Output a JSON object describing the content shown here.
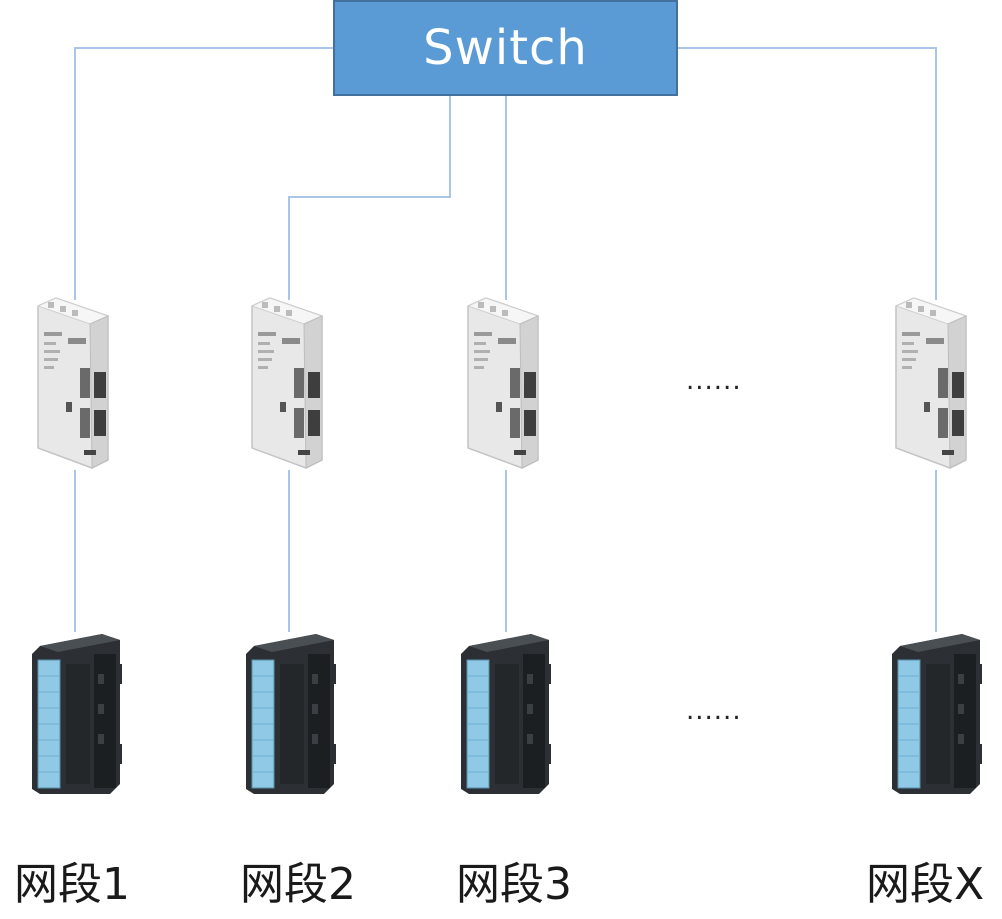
{
  "switch": {
    "label": "Switch"
  },
  "segments": [
    {
      "label": "网段1"
    },
    {
      "label": "网段2"
    },
    {
      "label": "网段3"
    },
    {
      "label": "网段X"
    }
  ],
  "ellipsis": {
    "gateway_row": "......",
    "module_row": "......"
  },
  "colors": {
    "switch_fill": "#5b9bd5",
    "switch_border": "#41719c",
    "link_line": "#a9c6e8",
    "gateway_body": "#e6e6e6",
    "plc_body": "#2a2e31",
    "plc_display": "#8fc9e6"
  },
  "icons": {
    "gateway": "gateway-device-icon",
    "plc": "plc-io-module-icon"
  }
}
